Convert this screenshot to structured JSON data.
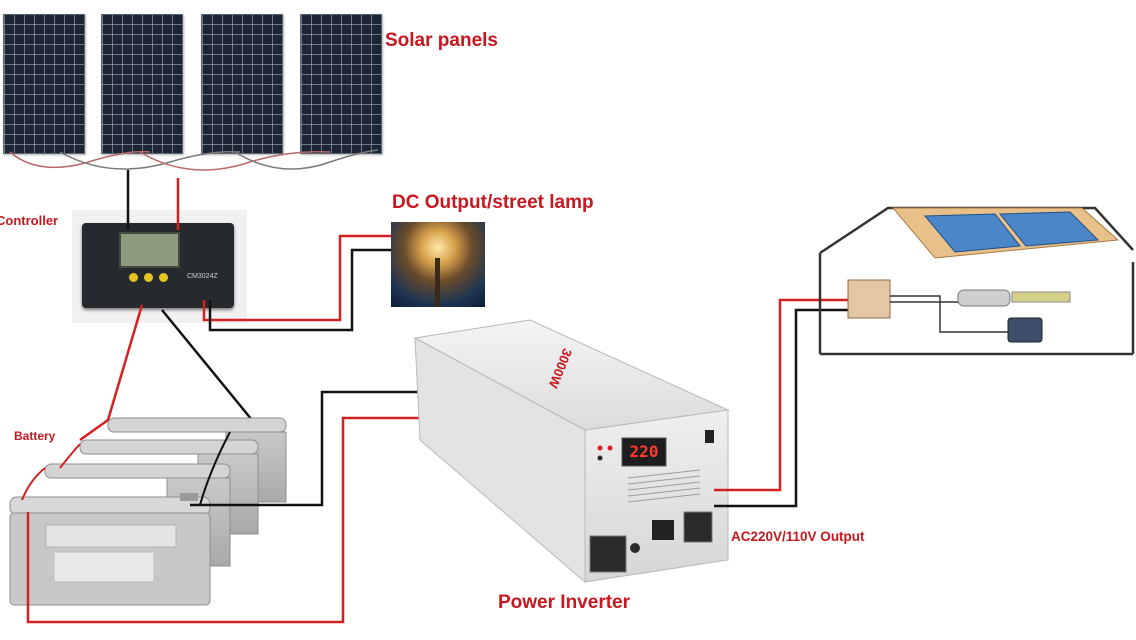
{
  "labels": {
    "solar_panels": "Solar panels",
    "dc_output": "DC Output/street lamp",
    "controller": "Controller",
    "battery": "Battery",
    "power_inverter": "Power Inverter",
    "ac_output": "AC220V/110V Output"
  },
  "devices": {
    "controller_model": "CM3024Z",
    "inverter_display": "220",
    "inverter_power": "3000W"
  },
  "colors": {
    "label_red": "#c8171e",
    "wire_red": "#d42020",
    "wire_black": "#111111"
  }
}
